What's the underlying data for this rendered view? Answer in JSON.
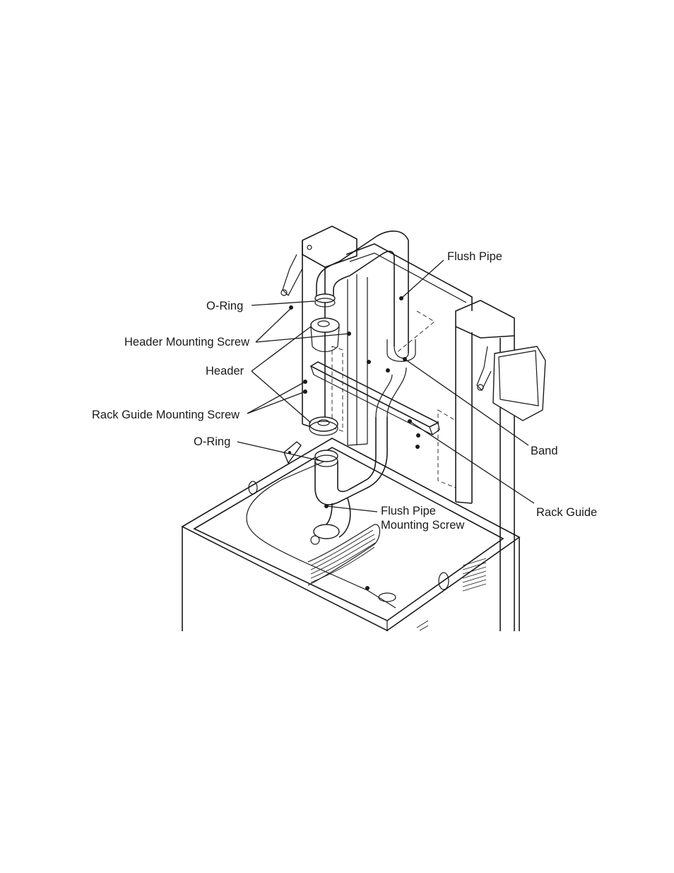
{
  "labels": {
    "flush_pipe": "Flush Pipe",
    "o_ring_top": "O-Ring",
    "header_mounting_screw": "Header Mounting Screw",
    "header": "Header",
    "rack_guide_mounting_screw": "Rack Guide Mounting Screw",
    "o_ring_bottom": "O-Ring",
    "band": "Band",
    "flush_pipe_mounting_screw_line1": "Flush Pipe",
    "flush_pipe_mounting_screw_line2": "Mounting Screw",
    "rack_guide": "Rack Guide"
  },
  "colors": {
    "line": "#1a1a1a",
    "background": "#ffffff"
  }
}
